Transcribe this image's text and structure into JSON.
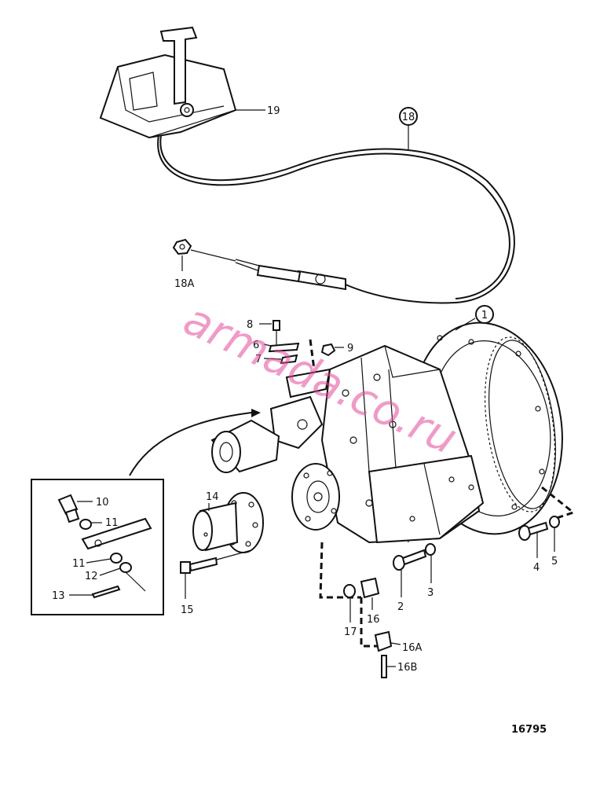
{
  "labels": {
    "l1": "1",
    "l2": "2",
    "l3": "3",
    "l4": "4",
    "l5": "5",
    "l6": "6",
    "l7": "7",
    "l8": "8",
    "l9": "9",
    "l10": "10",
    "l11a": "11",
    "l11b": "11",
    "l12": "12",
    "l13": "13",
    "l14": "14",
    "l15": "15",
    "l16": "16",
    "l16a": "16A",
    "l16b": "16B",
    "l17": "17",
    "l18": "18",
    "l18a": "18A",
    "l19": "19"
  },
  "figure_number": "16795",
  "watermark": "armada.co.ru"
}
